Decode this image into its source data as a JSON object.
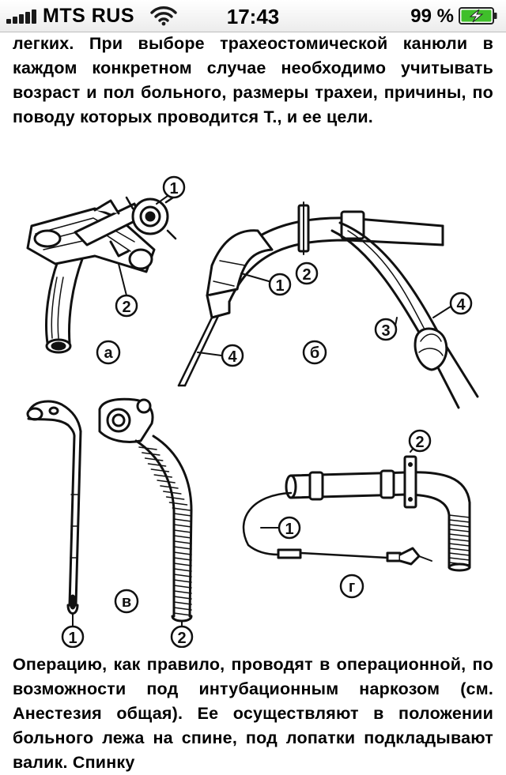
{
  "status_bar": {
    "carrier": "MTS RUS",
    "time": "17:43",
    "battery_percent": "99 %",
    "signal_bars": 5,
    "wifi_icon": "wifi-icon",
    "battery_icon": "battery-charging-icon"
  },
  "article": {
    "paragraph_top": "легких. При выборе трахеостомической канюли в каждом конкретном случае необходимо учитывать возраст и пол больного, размеры трахеи, причины, по поводу которых проводится Т., и ее цели.",
    "paragraph_bottom": "Операцию, как правило, проводят в операционной, по возможности под интубационным наркозом (см. Анестезия общая). Ее осуществляют в положении больного лежа на спине, под лопатки подкладывают валик. Спинку"
  },
  "figure": {
    "panels": [
      {
        "letter": "а",
        "callouts": [
          "1",
          "2"
        ]
      },
      {
        "letter": "б",
        "callouts": [
          "1",
          "2",
          "3",
          "4"
        ]
      },
      {
        "letter": "в",
        "callouts": [
          "1",
          "2"
        ]
      },
      {
        "letter": "г",
        "callouts": [
          "1",
          "2"
        ]
      }
    ]
  },
  "colors": {
    "ink": "#111111",
    "battery_fill": "#3fbf2a"
  }
}
